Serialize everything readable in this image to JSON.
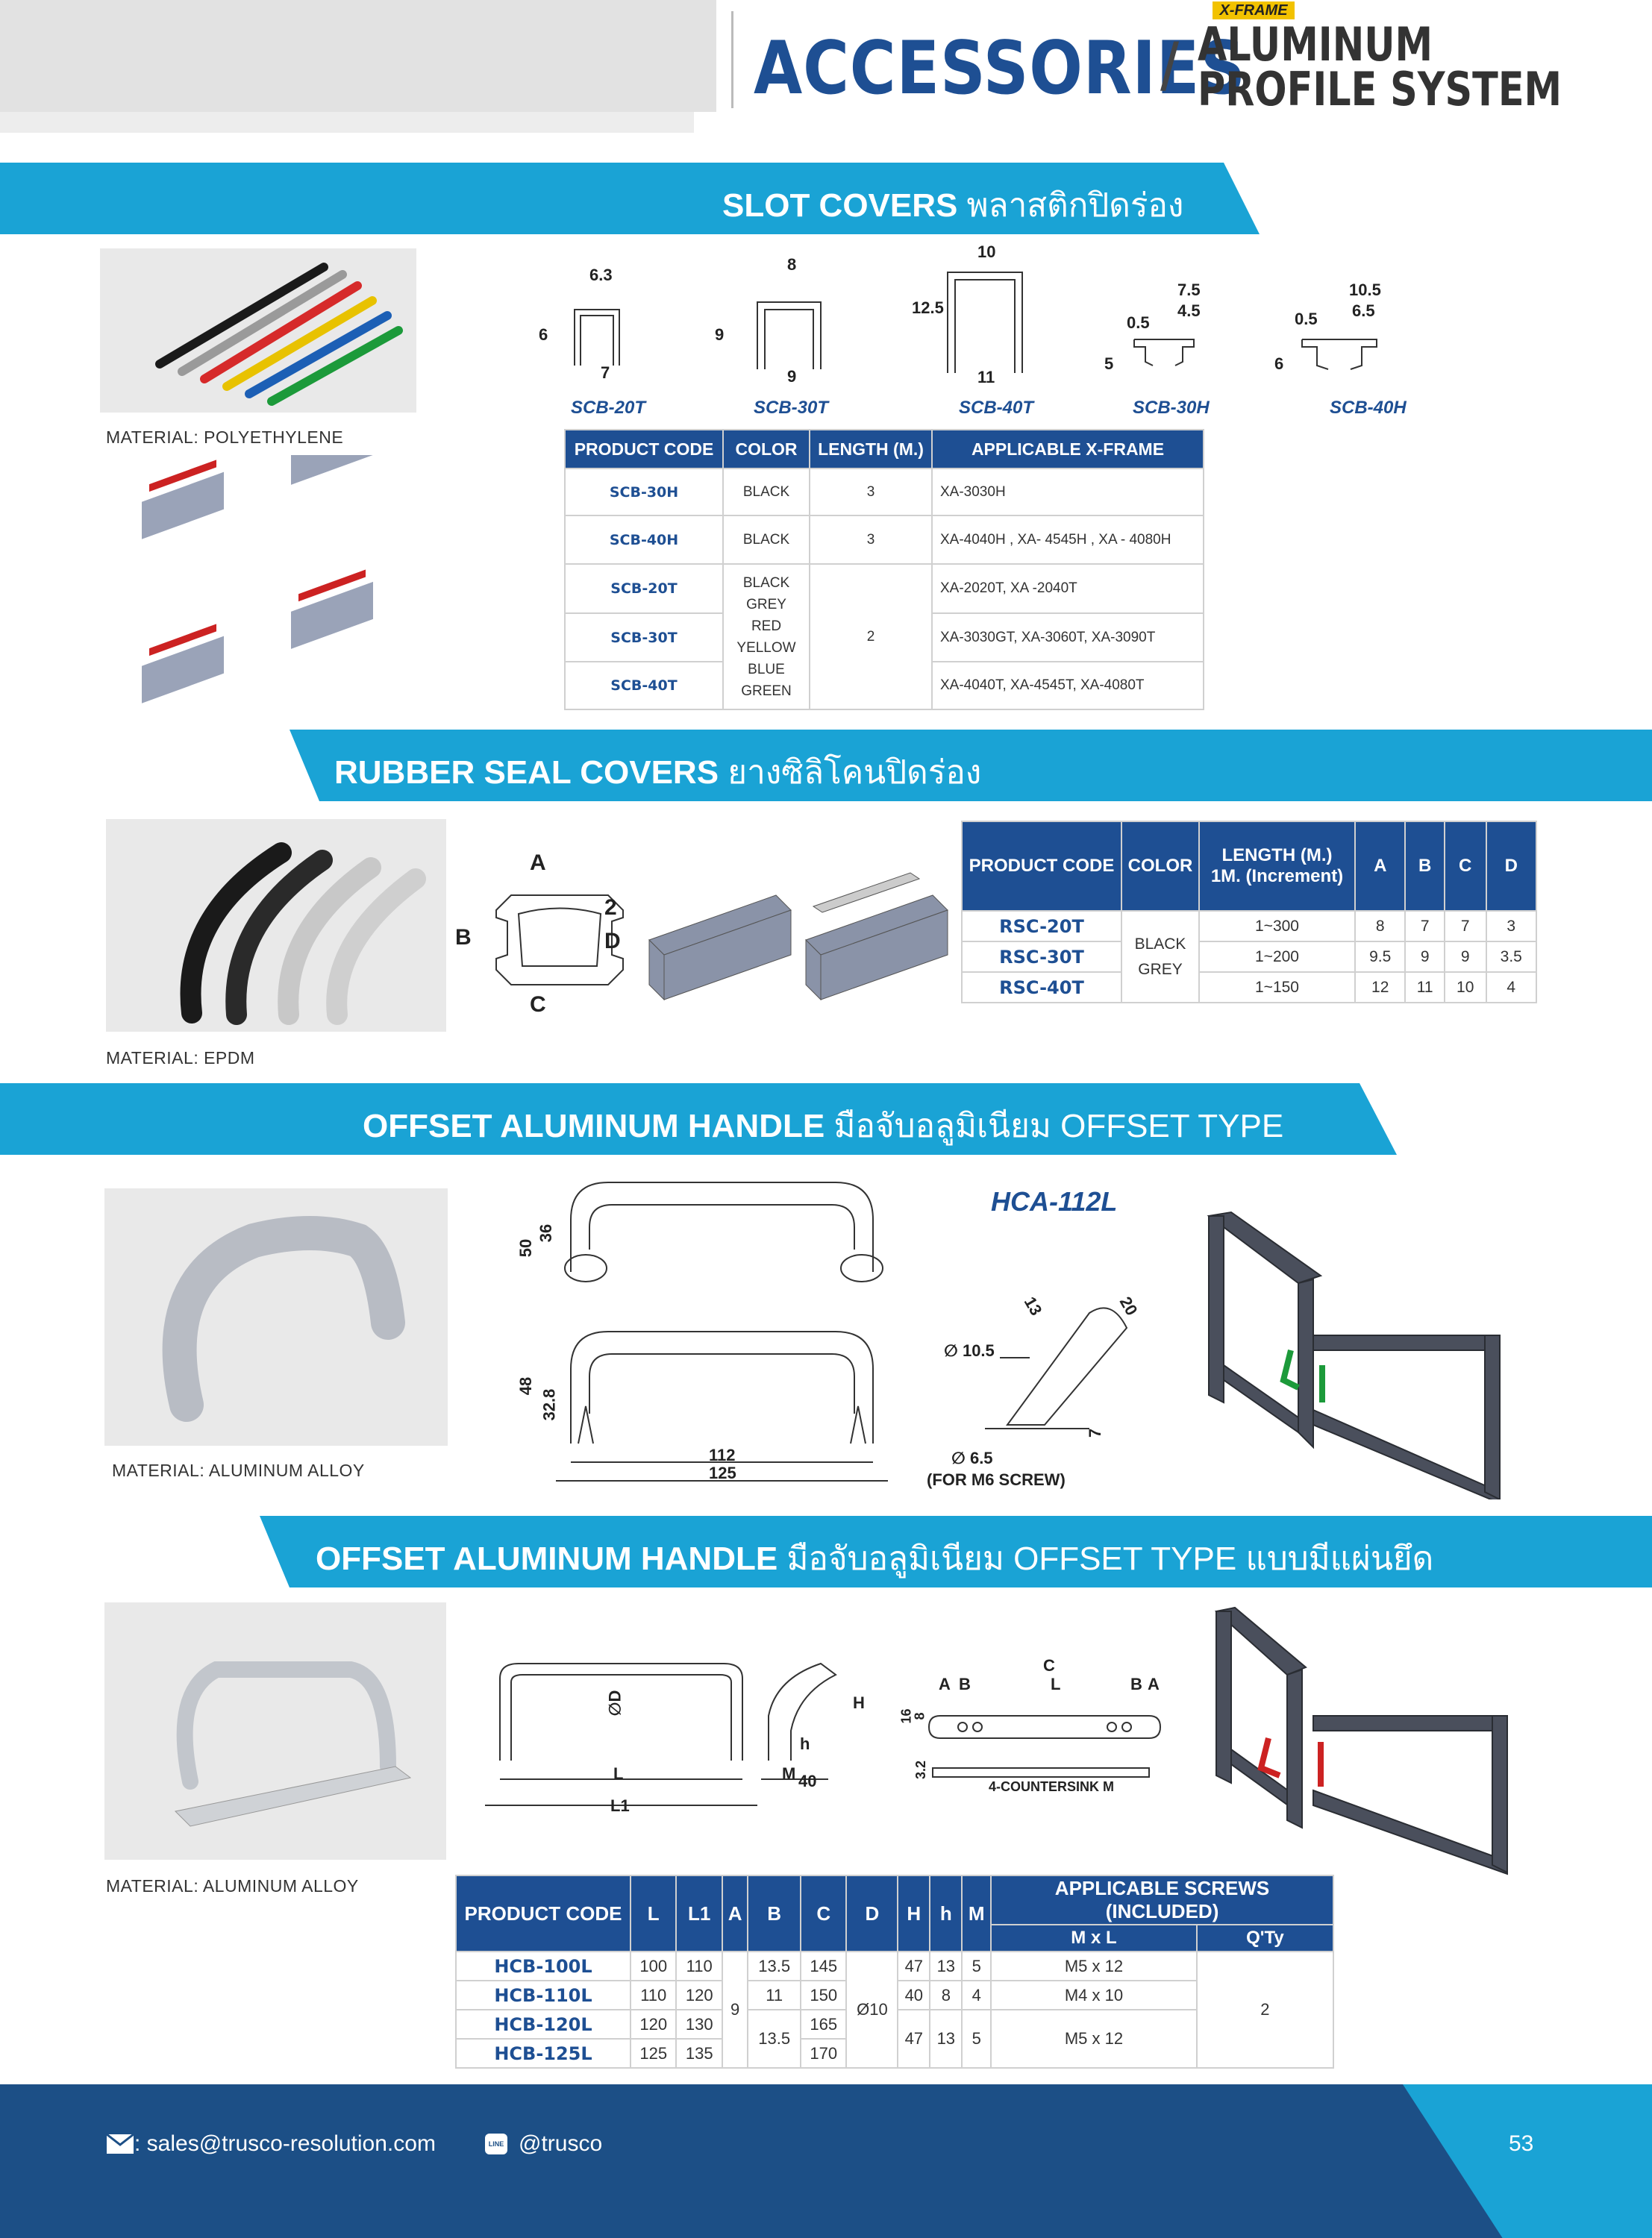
{
  "header": {
    "title": "ACCESSORIES",
    "slash": "/",
    "badge": "X-FRAME",
    "subtitle_line1": "ALUMINUM",
    "subtitle_line2": "PROFILE SYSTEM"
  },
  "slot_covers": {
    "title": "SLOT COVERS",
    "title_thai": "พลาสติกปิดร่อง",
    "material": "MATERIAL: POLYETHYLENE",
    "profiles": [
      {
        "code": "SCB-20T",
        "top": "6.3",
        "side": "6",
        "bottom": "7"
      },
      {
        "code": "SCB-30T",
        "top": "8",
        "side": "9",
        "bottom": "9"
      },
      {
        "code": "SCB-40T",
        "top": "10",
        "side": "12.5",
        "bottom": "11"
      },
      {
        "code": "SCB-30H",
        "top": "7.5",
        "inner": "4.5",
        "thick": "0.5",
        "side": "5"
      },
      {
        "code": "SCB-40H",
        "top": "10.5",
        "inner": "6.5",
        "thick": "0.5",
        "side": "6"
      }
    ],
    "table": {
      "headers": [
        "PRODUCT CODE",
        "COLOR",
        "LENGTH (M.)",
        "APPLICABLE X-FRAME"
      ],
      "rows": [
        {
          "code": "SCB-30H",
          "color": "BLACK",
          "length": "3",
          "frame": "XA-3030H"
        },
        {
          "code": "SCB-40H",
          "color": "BLACK",
          "length": "3",
          "frame": "XA-4040H , XA- 4545H , XA - 4080H"
        },
        {
          "code": "SCB-20T",
          "frame": "XA-2020T, XA -2040T"
        },
        {
          "code": "SCB-30T",
          "frame": "XA-3030GT, XA-3060T, XA-3090T"
        },
        {
          "code": "SCB-40T",
          "frame": "XA-4040T, XA-4545T, XA-4080T"
        }
      ],
      "shared_colors": [
        "BLACK",
        "GREY",
        "RED",
        "YELLOW",
        "BLUE",
        "GREEN"
      ],
      "shared_length": "2"
    }
  },
  "rubber": {
    "title": "RUBBER SEAL COVERS",
    "title_thai": "ยางซิลิโคนปิดร่อง",
    "material": "MATERIAL: EPDM",
    "dims": {
      "a": "A",
      "b": "B",
      "c": "C",
      "d": "D",
      "two": "2"
    },
    "table": {
      "headers": [
        "PRODUCT CODE",
        "COLOR",
        "LENGTH (M.)",
        "1M. (Increment)",
        "A",
        "B",
        "C",
        "D"
      ],
      "color": [
        "BLACK",
        "GREY"
      ],
      "rows": [
        {
          "code": "RSC-20T",
          "length": "1~300",
          "a": "8",
          "b": "7",
          "c": "7",
          "d": "3"
        },
        {
          "code": "RSC-30T",
          "length": "1~200",
          "a": "9.5",
          "b": "9",
          "c": "9",
          "d": "3.5"
        },
        {
          "code": "RSC-40T",
          "length": "1~150",
          "a": "12",
          "b": "11",
          "c": "10",
          "d": "4"
        }
      ]
    }
  },
  "handle1": {
    "title": "OFFSET ALUMINUM HANDLE",
    "title_thai": "มือจับอลูมิเนียม",
    "title_suffix": "OFFSET TYPE",
    "material": "MATERIAL: ALUMINUM ALLOY",
    "model": "HCA-112L",
    "dims": {
      "h50": "50",
      "h36": "36",
      "h48": "48",
      "h32": "32.8",
      "w112": "112",
      "w125": "125",
      "d105": "∅ 10.5",
      "d65": "∅ 6.5",
      "screw": "(FOR M6 SCREW)",
      "a13": "13",
      "a20": "20",
      "a7": "7"
    }
  },
  "handle2": {
    "title": "OFFSET ALUMINUM HANDLE",
    "title_thai": "มือจับอลูมิเนียม",
    "title_suffix": "OFFSET TYPE",
    "title_thai2": "แบบมีแผ่นยึด",
    "material": "MATERIAL: ALUMINUM ALLOY",
    "dims": {
      "d": "∅D",
      "l": "L",
      "l1": "L1",
      "h": "H",
      "hs": "h",
      "m": "M",
      "n40": "40",
      "c": "C",
      "a": "A",
      "b": "B",
      "n16": "16",
      "n8": "8",
      "n32": "3.2",
      "cs": "4-COUNTERSINK M"
    },
    "table": {
      "headers": [
        "PRODUCT CODE",
        "L",
        "L1",
        "A",
        "B",
        "C",
        "D",
        "H",
        "h",
        "M"
      ],
      "screws_header": "APPLICABLE SCREWS",
      "included": "(INCLUDED)",
      "sub_headers": [
        "M x L",
        "Q'Ty"
      ],
      "a_value": "9",
      "d_value": "Ø10",
      "qty": "2",
      "rows": [
        {
          "code": "HCB-100L",
          "l": "100",
          "l1": "110",
          "b": "13.5",
          "c": "145",
          "h": "47",
          "hs": "13",
          "m": "5",
          "ml": "M5 x 12"
        },
        {
          "code": "HCB-110L",
          "l": "110",
          "l1": "120",
          "b": "11",
          "c": "150",
          "h": "40",
          "hs": "8",
          "m": "4",
          "ml": "M4 x 10"
        },
        {
          "code": "HCB-120L",
          "l": "120",
          "l1": "130",
          "c": "165"
        },
        {
          "code": "HCB-125L",
          "l": "125",
          "l1": "135",
          "c": "170"
        }
      ],
      "merged_b": "13.5",
      "merged_h": "47",
      "merged_hs": "13",
      "merged_m": "5",
      "merged_ml": "M5 x 12"
    }
  },
  "footer": {
    "email": ": sales@trusco-resolution.com",
    "line": "@trusco",
    "page": "53",
    "line_icon_text": "LINE",
    "colors": {
      "footer": "#1c4f86",
      "accent": "#1aa3d5"
    }
  }
}
